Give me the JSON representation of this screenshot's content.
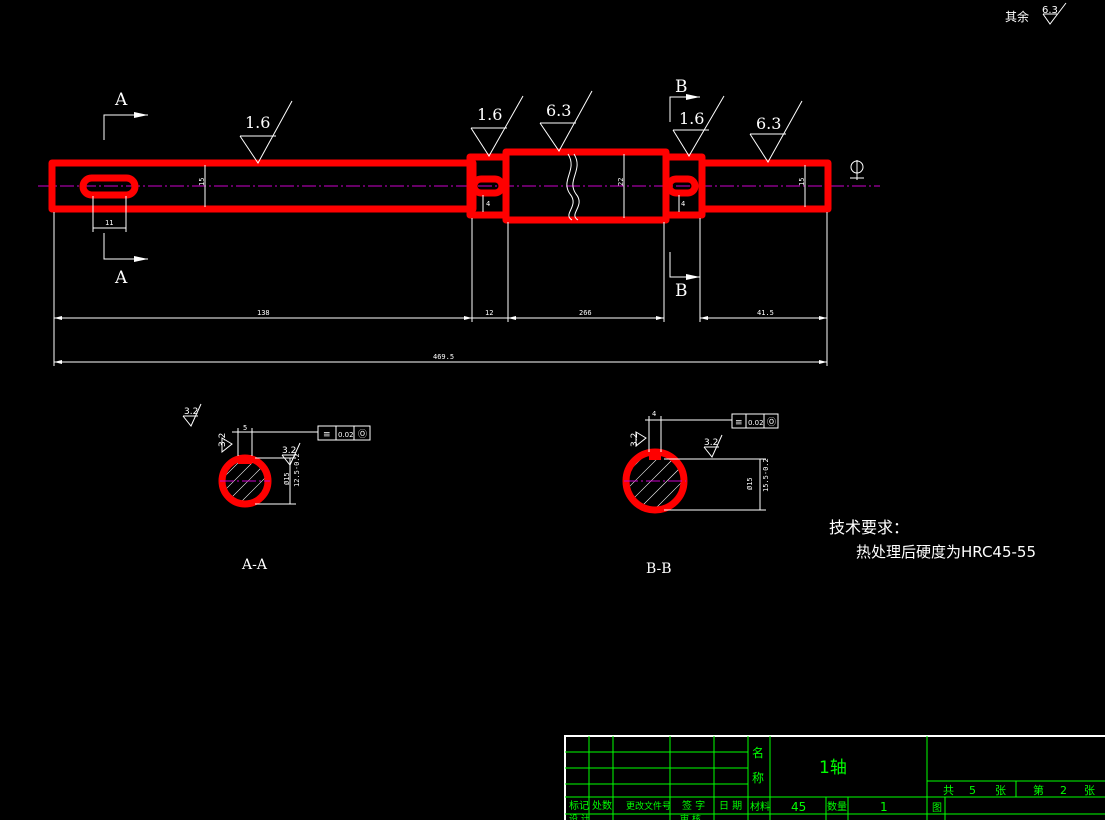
{
  "drawing": {
    "rest_roughness_label": "其余",
    "rest_roughness_value": "6.3",
    "roughness": {
      "left_journal": "1.6",
      "bearing_left": "1.6",
      "middle": "6.3",
      "bearing_right": "1.6",
      "right_journal": "6.3"
    },
    "section_markers": {
      "a_top": "A",
      "a_bottom": "A",
      "b_top": "B",
      "b_bottom": "B"
    },
    "dims": {
      "left_dia": "15",
      "mid_dia": "22",
      "right_dia": "15",
      "keyway_len": "11",
      "small_left": "4",
      "small_right": "4",
      "len_left": "138",
      "len_12": "12",
      "len_mid": "266",
      "len_right": "41.5",
      "len_total": "469.5"
    },
    "section_aa": {
      "label": "A-A",
      "roughness_top": "3.2",
      "roughness_left": "3.2",
      "roughness_right": "3.2",
      "key_width": "5",
      "tol_sym": "≡",
      "tol_val": "0.02",
      "dia": "Ø15",
      "dia_tol": "12.5-0.2"
    },
    "section_bb": {
      "label": "B-B",
      "roughness_left": "3.2",
      "roughness_right": "3.2",
      "key_width": "4",
      "tol_sym": "≡",
      "tol_val": "0.02",
      "dia": "Ø15",
      "dia_tol": "15.5-0.2"
    },
    "notes": {
      "heading": "技术要求：",
      "line1": "热处理后硬度为HRC45-55"
    }
  },
  "title_block": {
    "name_label_1": "名",
    "name_label_2": "称",
    "part_name": "1轴",
    "total_sheets_label": "共",
    "total_sheets": "5",
    "sheets_unit": "张",
    "sheet_no_label": "第",
    "sheet_no": "2",
    "sheet_unit": "张",
    "mark": "标记",
    "count": "处数",
    "change_doc": "更改文件号",
    "signature": "签 字",
    "date": "日 期",
    "material_label": "材料",
    "material": "45",
    "quantity_label": "数量",
    "quantity": "1",
    "drawing_no_label": "图",
    "row2_left": "设 计",
    "row2_mid": "审 核"
  }
}
